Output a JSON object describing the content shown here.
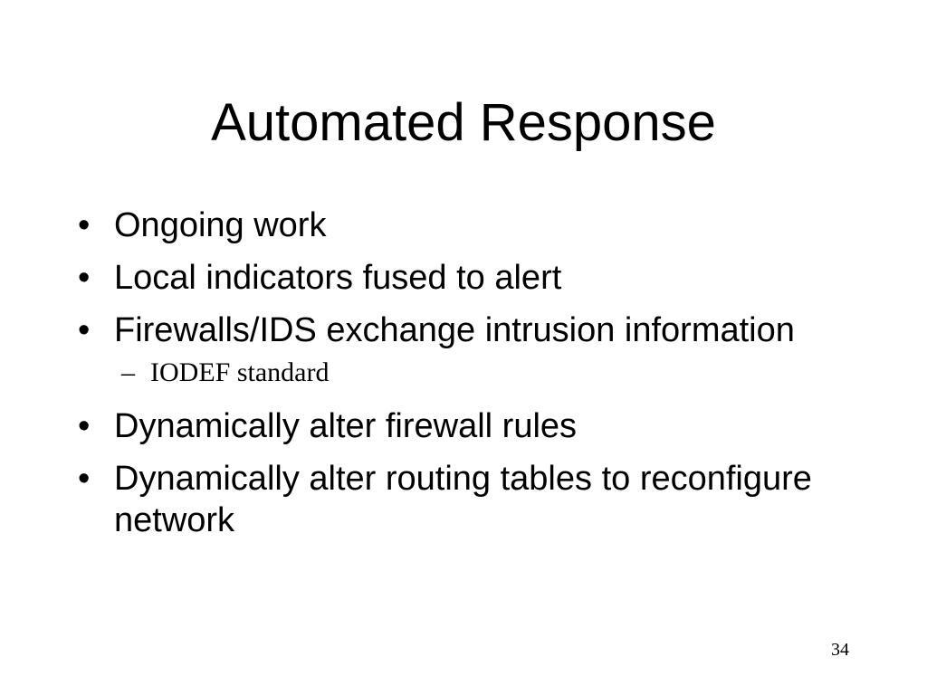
{
  "slide": {
    "title": "Automated Response",
    "bullet_mark": "•",
    "sub_mark": "–",
    "bullets": [
      {
        "text": "Ongoing work"
      },
      {
        "text": "Local indicators fused to alert"
      },
      {
        "text": "Firewalls/IDS exchange intrusion information"
      },
      {
        "text": "Dynamically alter firewall rules"
      },
      {
        "text": "Dynamically alter routing tables to reconfigure network"
      }
    ],
    "sub_bullets": [
      {
        "text": "IODEF standard"
      }
    ],
    "page_number": "34"
  }
}
